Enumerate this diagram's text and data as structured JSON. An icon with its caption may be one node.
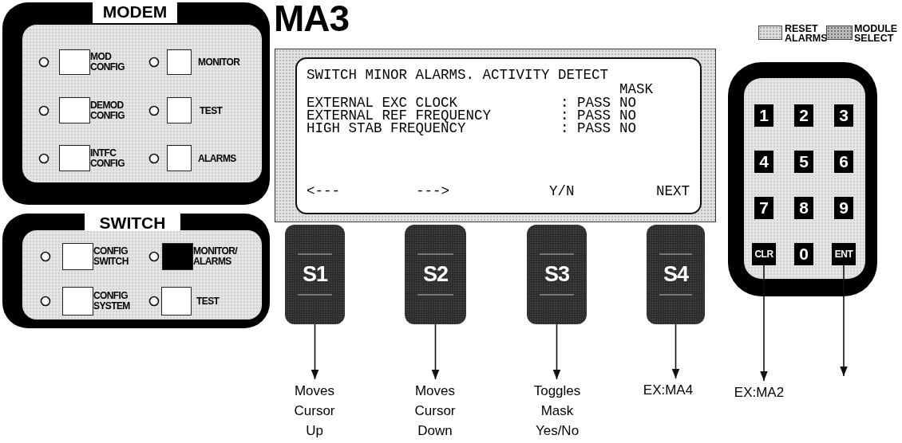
{
  "diagram": {
    "title": "MA3",
    "nodes": [
      {
        "text": [
          "MODEM"
        ]
      },
      {
        "text": [
          "MOD CONFIG"
        ],
        "in": 0
      },
      {
        "text": [
          "MONITOR"
        ],
        "in": 0
      },
      {
        "text": [
          "DEMOD CONFIG"
        ],
        "in": 0
      },
      {
        "text": [
          "TEST"
        ],
        "in": 0
      },
      {
        "text": [
          "INTFC CONFIG"
        ],
        "in": 0
      },
      {
        "text": [
          "ALARMS"
        ],
        "in": 0
      },
      {
        "text": [
          "SWITCH"
        ]
      },
      {
        "text": [
          "CONFIG SWITCH"
        ],
        "in": 7
      },
      {
        "text": [
          "MONITOR/ ALARMS"
        ],
        "in": 7
      },
      {
        "text": [
          "CONFIG SYSTEM"
        ],
        "in": 7
      },
      {
        "text": [
          "TEST"
        ],
        "in": 7
      },
      {
        "text": [
          "SWITCH MINOR ALARMS. ACTIVITY DETECT",
          "MASK",
          "EXTERNAL EXC CLOCK",
          ": PASS",
          "NO",
          "EXTERNAL REF FREQUENCY",
          ": PASS",
          "NO",
          "HIGH STAB FREQUENCY",
          ": PASS",
          "NO",
          "<---",
          "--->",
          "Y/N",
          "NEXT"
        ]
      },
      {
        "text": [
          "S1"
        ]
      },
      {
        "text": [
          "S2"
        ]
      },
      {
        "text": [
          "S3"
        ]
      },
      {
        "text": [
          "S4"
        ]
      },
      {
        "text": [
          "RESET ALARMS"
        ]
      },
      {
        "text": [
          "MODULE SELECT"
        ]
      },
      {
        "text": [],
        "shape": "box"
      },
      {
        "text": [
          "1"
        ],
        "in": 19
      },
      {
        "text": [
          "2"
        ],
        "in": 19
      },
      {
        "text": [
          "3"
        ],
        "in": 19
      },
      {
        "text": [
          "4"
        ],
        "in": 19
      },
      {
        "text": [
          "5"
        ],
        "in": 19
      },
      {
        "text": [
          "6"
        ],
        "in": 19
      },
      {
        "text": [
          "7"
        ],
        "in": 19
      },
      {
        "text": [
          "8"
        ],
        "in": 19
      },
      {
        "text": [
          "9"
        ],
        "in": 19
      },
      {
        "text": [
          "CLR"
        ],
        "in": 19
      },
      {
        "text": [
          "0"
        ],
        "in": 19
      },
      {
        "text": [
          "ENT"
        ],
        "in": 19
      },
      {
        "text": [
          "Moves Cursor Up"
        ]
      },
      {
        "text": [
          "Moves Cursor Down"
        ]
      },
      {
        "text": [
          "Toggles Mask Yes/No"
        ]
      },
      {
        "text": [
          "EX:MA4"
        ]
      },
      {
        "text": [
          "EX:MA2"
        ]
      }
    ],
    "edges": [
      {
        "from": 13,
        "to": 32,
        "arrow": "to"
      },
      {
        "from": 14,
        "to": 33,
        "arrow": "to"
      },
      {
        "from": 15,
        "to": 34,
        "arrow": "to"
      },
      {
        "from": 16,
        "to": 35,
        "arrow": "to"
      },
      {
        "from": 29,
        "to": 36,
        "arrow": "to"
      },
      {
        "from": 31,
        "to": null,
        "arrow": "to"
      }
    ]
  }
}
